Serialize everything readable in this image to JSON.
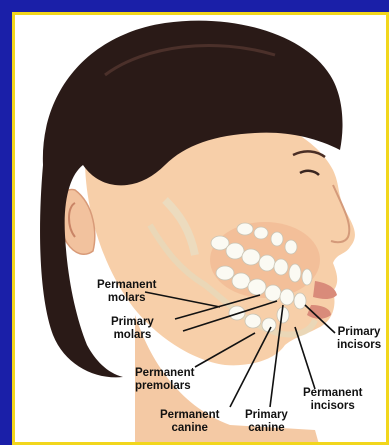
{
  "frame": {
    "outer_color": "#1a1fa8",
    "inner_border_color": "#f2d61c"
  },
  "labels": {
    "permanent_molars": [
      "Permanent",
      "molars"
    ],
    "primary_molars": [
      "Primary",
      "molars"
    ],
    "permanent_premolars": [
      "Permanent",
      "premolars"
    ],
    "permanent_canine": [
      "Permanent",
      "canine"
    ],
    "primary_canine": [
      "Primary",
      "canine"
    ],
    "permanent_incisors": [
      "Permanent",
      "incisors"
    ],
    "primary_incisors": [
      "Primary",
      "incisors"
    ]
  }
}
